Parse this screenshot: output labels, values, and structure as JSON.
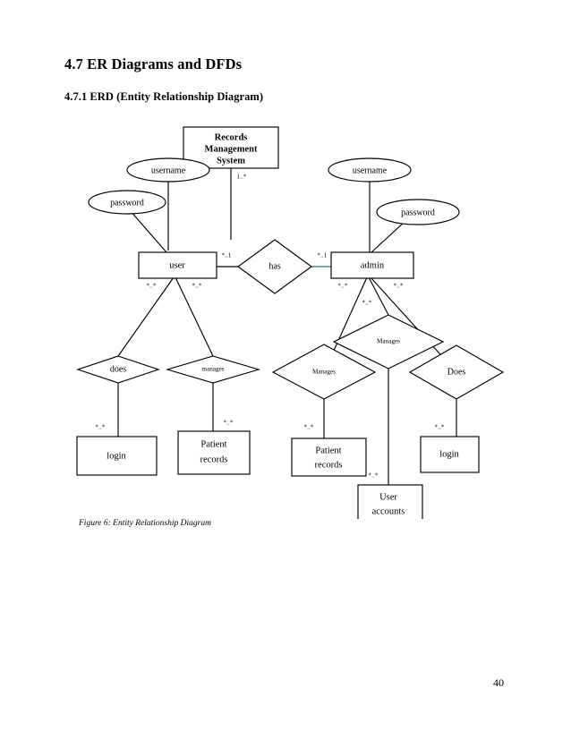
{
  "document": {
    "heading": "4.7 ER Diagrams and DFDs",
    "subheading": "4.7.1 ERD (Entity Relationship Diagram)",
    "caption": "Figure 6: Entity Relationship Diagram",
    "page_number": "40"
  },
  "colors": {
    "stroke": "#000000",
    "accent_link": "#2e6f75",
    "background": "#ffffff"
  },
  "diagram": {
    "type": "entity-relationship-diagram",
    "entities": [
      {
        "id": "rms",
        "label_lines": [
          "Records",
          "Management",
          "System"
        ],
        "shape": "rectangle"
      },
      {
        "id": "user",
        "label_lines": [
          "user"
        ],
        "shape": "rectangle"
      },
      {
        "id": "admin",
        "label_lines": [
          "admin"
        ],
        "shape": "rectangle"
      },
      {
        "id": "login_left",
        "label_lines": [
          "login"
        ],
        "shape": "rectangle"
      },
      {
        "id": "patient_records_left",
        "label_lines": [
          "Patient",
          "records"
        ],
        "shape": "rectangle"
      },
      {
        "id": "patient_records_right",
        "label_lines": [
          "Patient",
          "records"
        ],
        "shape": "rectangle"
      },
      {
        "id": "user_accounts",
        "label_lines": [
          "User",
          "accounts"
        ],
        "shape": "rectangle"
      },
      {
        "id": "login_right",
        "label_lines": [
          "login"
        ],
        "shape": "rectangle"
      }
    ],
    "attributes": [
      {
        "id": "user_username",
        "label": "username",
        "owner": "user",
        "shape": "ellipse"
      },
      {
        "id": "user_password",
        "label": "password",
        "owner": "user",
        "shape": "ellipse"
      },
      {
        "id": "admin_username",
        "label": "username",
        "owner": "admin",
        "shape": "ellipse"
      },
      {
        "id": "admin_password",
        "label": "password",
        "owner": "admin",
        "shape": "ellipse"
      }
    ],
    "relationships": [
      {
        "id": "has",
        "label": "has",
        "shape": "diamond"
      },
      {
        "id": "does_left",
        "label": "does",
        "shape": "diamond"
      },
      {
        "id": "manages_left",
        "label": "manages",
        "shape": "diamond"
      },
      {
        "id": "manages_right_lower",
        "label": "Manages",
        "shape": "diamond"
      },
      {
        "id": "manages_right_upper",
        "label": "Manages",
        "shape": "diamond"
      },
      {
        "id": "does_right",
        "label": "Does",
        "shape": "diamond"
      }
    ],
    "cardinalities": [
      {
        "id": "rms_has",
        "label": "1..*",
        "between": [
          "rms",
          "has"
        ]
      },
      {
        "id": "user_has",
        "label": "*..1",
        "between": [
          "user",
          "has"
        ]
      },
      {
        "id": "has_admin",
        "label": "*..1",
        "between": [
          "has",
          "admin"
        ]
      },
      {
        "id": "user_does",
        "label": "*..*",
        "between": [
          "user",
          "does_left"
        ]
      },
      {
        "id": "user_manages",
        "label": "*..*",
        "between": [
          "user",
          "manages_left"
        ]
      },
      {
        "id": "does_login",
        "label": "*..*",
        "between": [
          "does_left",
          "login_left"
        ]
      },
      {
        "id": "manages_patient",
        "label": "*..*",
        "between": [
          "manages_left",
          "patient_records_left"
        ]
      },
      {
        "id": "admin_manages_l",
        "label": "*..*",
        "between": [
          "admin",
          "manages_right_lower"
        ]
      },
      {
        "id": "admin_manages_u",
        "label": "*..*",
        "between": [
          "admin",
          "manages_right_upper"
        ]
      },
      {
        "id": "admin_does",
        "label": "*..*",
        "between": [
          "admin",
          "does_right"
        ]
      },
      {
        "id": "manages_patient_r",
        "label": "*..*",
        "between": [
          "manages_right_lower",
          "patient_records_right"
        ]
      },
      {
        "id": "manages_accounts",
        "label": "*..*",
        "between": [
          "manages_right_upper",
          "user_accounts"
        ]
      },
      {
        "id": "does_login_r",
        "label": "*..*",
        "between": [
          "does_right",
          "login_right"
        ]
      }
    ]
  }
}
